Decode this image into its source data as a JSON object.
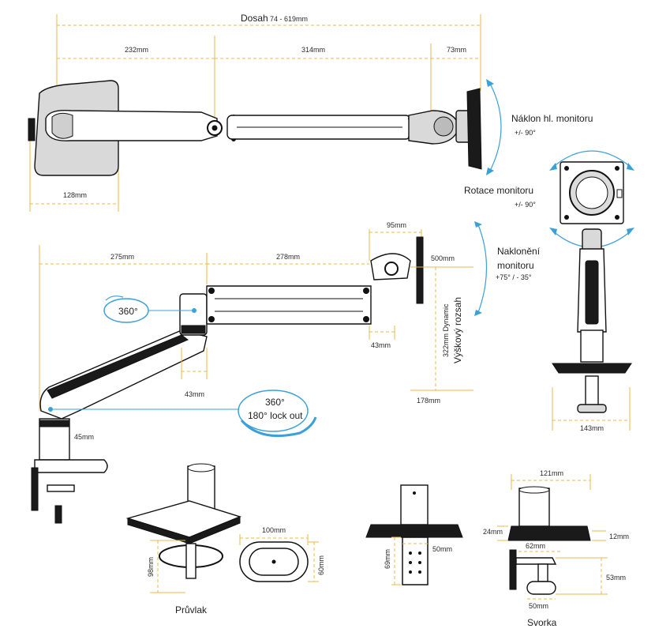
{
  "dimensions": {
    "reach_prefix": "Dosah",
    "reach_range": "74 - 619mm",
    "d_232": "232mm",
    "d_314": "314mm",
    "d_73": "73mm",
    "d_128": "128mm",
    "d_95": "95mm",
    "d_275": "275mm",
    "d_278": "278mm",
    "d_500": "500mm",
    "d_43a": "43mm",
    "d_43b": "43mm",
    "d_45": "45mm",
    "d_322": "322mm Dynamic",
    "d_178": "178mm",
    "d_143": "143mm",
    "d_100": "100mm",
    "d_60": "60mm",
    "d_98": "98mm",
    "d_69": "69mm",
    "d_50a": "50mm",
    "d_121": "121mm",
    "d_24": "24mm",
    "d_12": "12mm",
    "d_62": "62mm",
    "d_53": "53mm",
    "d_50b": "50mm"
  },
  "labels": {
    "tilt_title": "Náklon hl. monitoru",
    "tilt_range": "+/- 90°",
    "rotation_title": "Rotace monitoru",
    "rotation_range": "+/- 90°",
    "incline_title_1": "Naklonění",
    "incline_title_2": "monitoru",
    "incline_range": "+75° / - 35°",
    "height_range": "Výškový rozsah",
    "rot_360_a": "360°",
    "rot_360_b": "360°",
    "lock_out": "180° lock out",
    "grommet": "Průvlak",
    "clamp": "Svorka"
  },
  "colors": {
    "dimension_line": "#e8b84a",
    "callout": "#3aa0d8",
    "outline": "#111111"
  }
}
